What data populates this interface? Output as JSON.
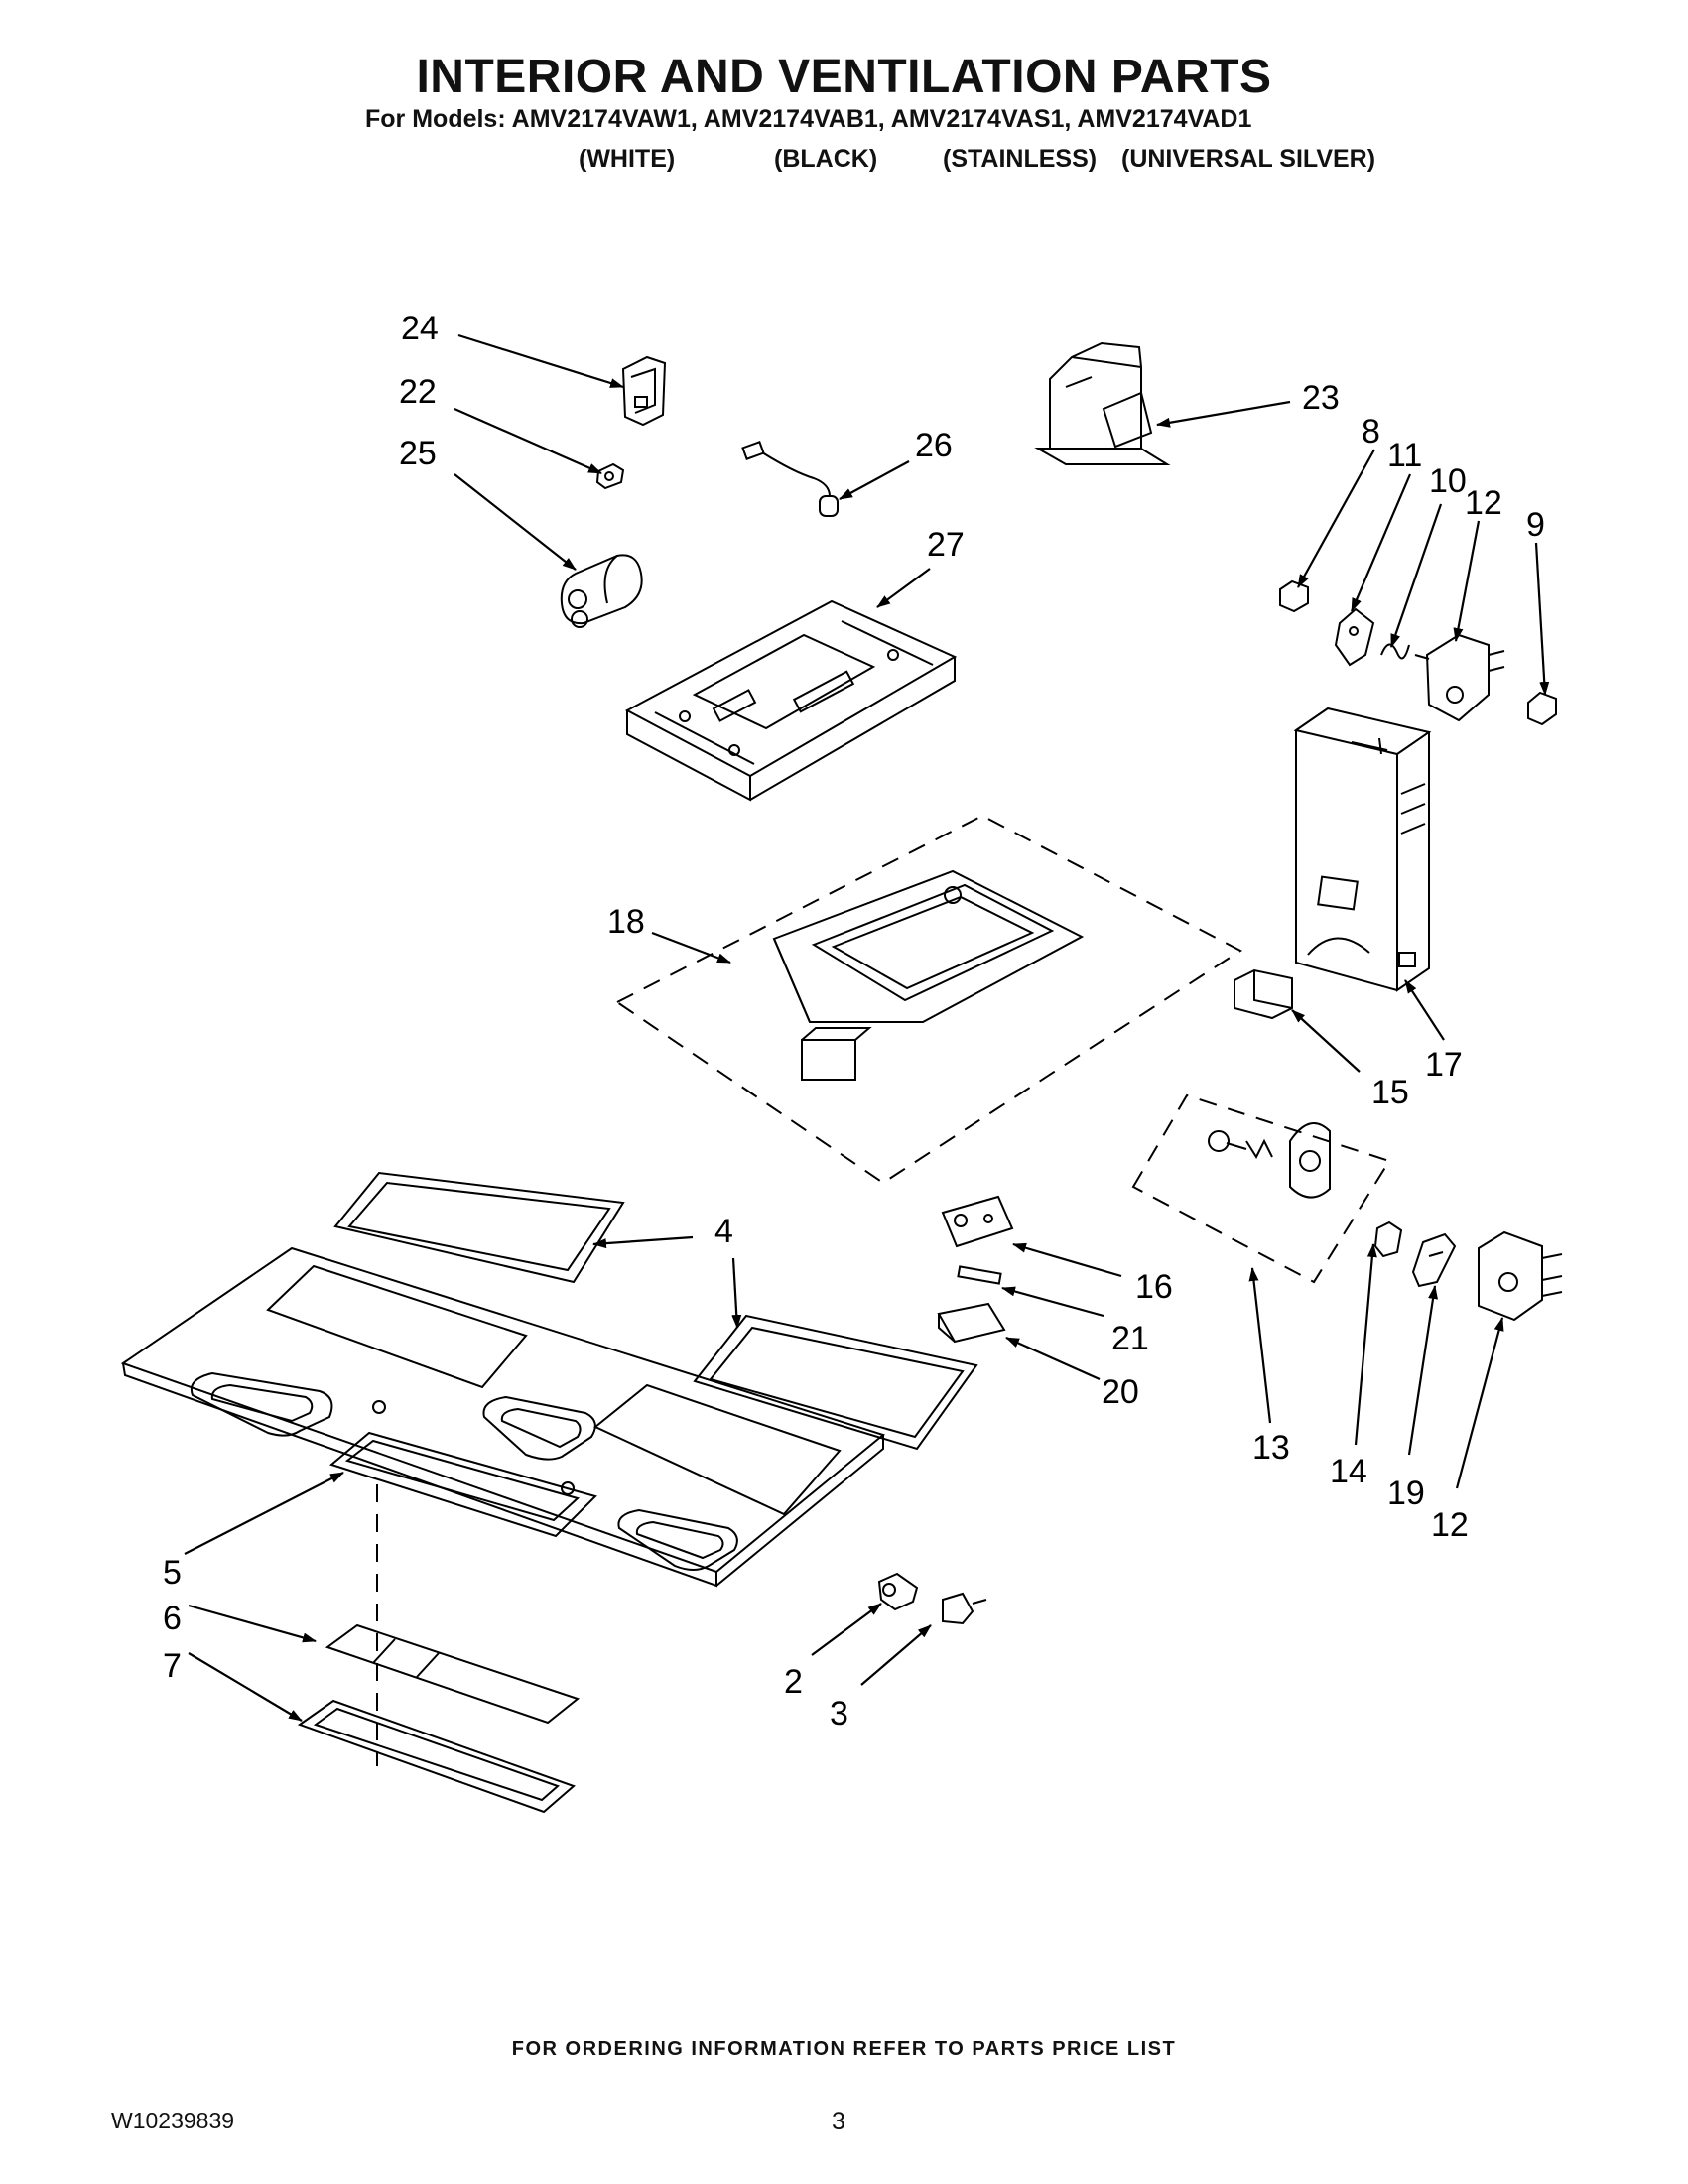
{
  "header": {
    "title": "INTERIOR AND VENTILATION PARTS",
    "models": "For Models: AMV2174VAW1, AMV2174VAB1, AMV2174VAS1, AMV2174VAD1",
    "colors": [
      "(WHITE)",
      "(BLACK)",
      "(STAINLESS)",
      "(UNIVERSAL SILVER)"
    ]
  },
  "callouts": [
    "24",
    "22",
    "25",
    "26",
    "23",
    "27",
    "8",
    "11",
    "10",
    "12",
    "9",
    "18",
    "17",
    "15",
    "4",
    "16",
    "13",
    "21",
    "20",
    "5",
    "6",
    "7",
    "14",
    "19",
    "12",
    "2",
    "3",
    "4"
  ],
  "footer": {
    "ordering_note": "FOR ORDERING INFORMATION REFER TO PARTS PRICE LIST",
    "doc_number": "W10239839",
    "page_number": "3"
  }
}
